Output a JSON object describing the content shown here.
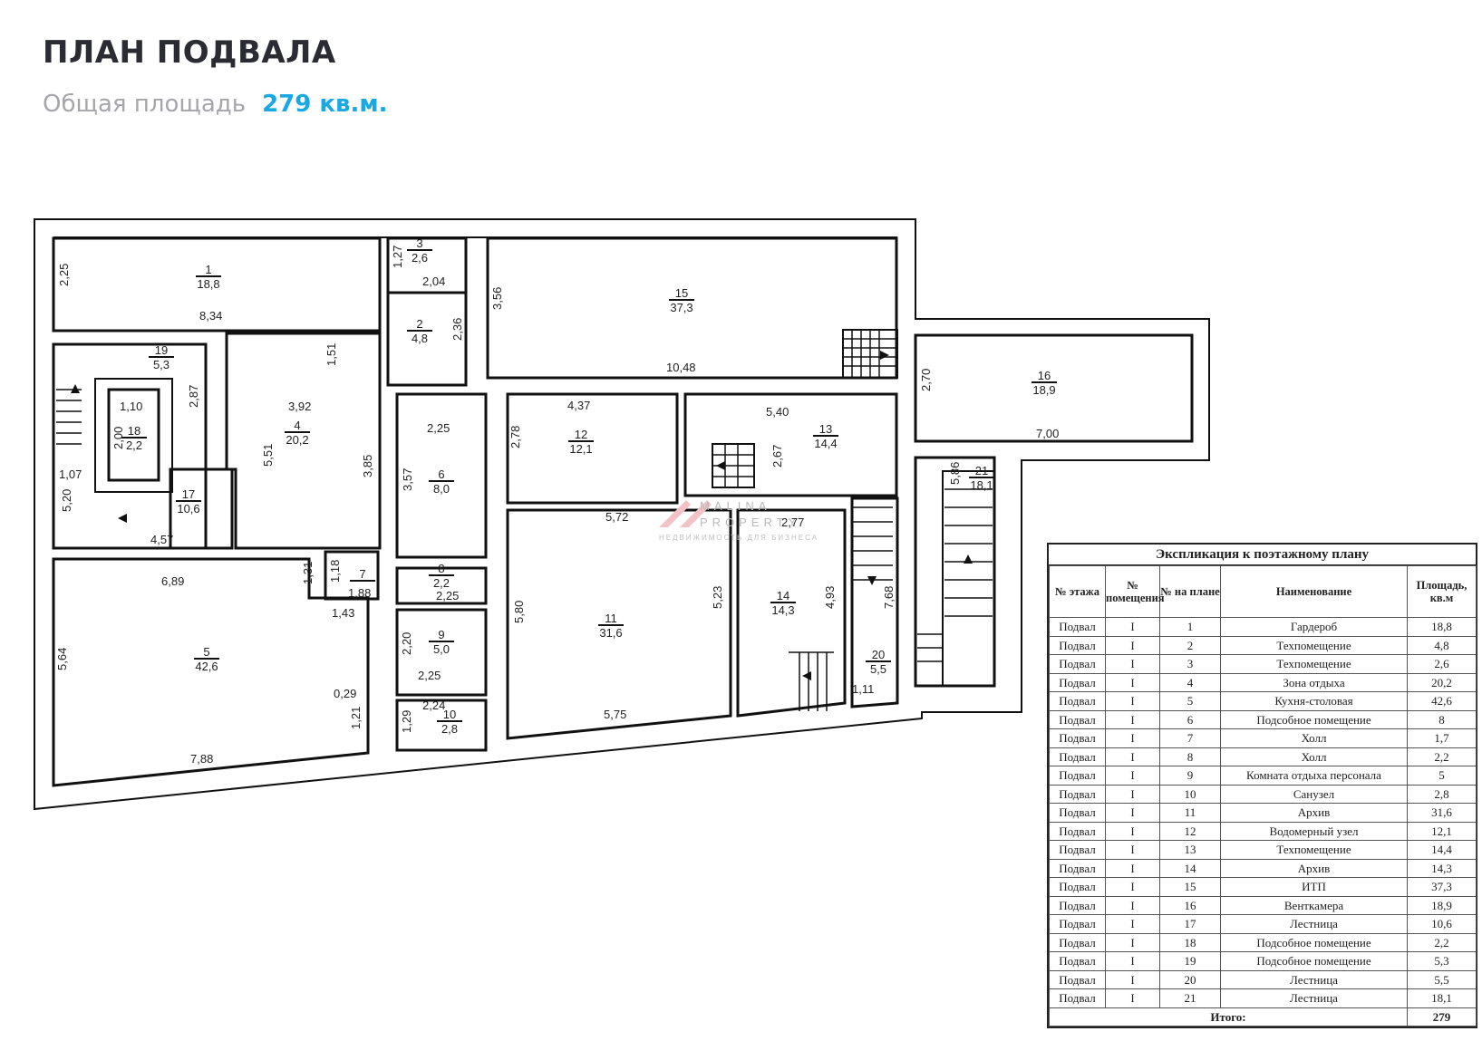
{
  "header": {
    "title": "ПЛАН ПОДВАЛА",
    "area_label": "Общая площадь",
    "area_value": "279 кв.м."
  },
  "plan": {
    "rooms": [
      {
        "num": "1",
        "area": "18,8"
      },
      {
        "num": "2",
        "area": "4,8"
      },
      {
        "num": "3",
        "area": "2,6"
      },
      {
        "num": "4",
        "area": "20,2"
      },
      {
        "num": "5",
        "area": "42,6"
      },
      {
        "num": "6",
        "area": "8,0"
      },
      {
        "num": "7",
        "area": ""
      },
      {
        "num": "8",
        "area": "2,2"
      },
      {
        "num": "9",
        "area": "5,0"
      },
      {
        "num": "10",
        "area": "2,8"
      },
      {
        "num": "11",
        "area": "31,6"
      },
      {
        "num": "12",
        "area": "12,1"
      },
      {
        "num": "13",
        "area": "14,4"
      },
      {
        "num": "14",
        "area": "14,3"
      },
      {
        "num": "15",
        "area": "37,3"
      },
      {
        "num": "16",
        "area": "18,9"
      },
      {
        "num": "17",
        "area": "10,6"
      },
      {
        "num": "18",
        "area": "2,2"
      },
      {
        "num": "19",
        "area": "5,3"
      },
      {
        "num": "20",
        "area": "5,5"
      },
      {
        "num": "21",
        "area": "18,1"
      }
    ],
    "dimensions": [
      "2,25",
      "8,34",
      "1,27",
      "2,04",
      "2,36",
      "3,56",
      "10,48",
      "1,51",
      "3,92",
      "5,51",
      "3,85",
      "2,87",
      "1,10",
      "2,00",
      "1,07",
      "5,20",
      "4,57",
      "2,25",
      "3,57",
      "4,37",
      "2,78",
      "5,40",
      "2,67",
      "2,70",
      "7,00",
      "5,86",
      "5,72",
      "2,77",
      "6,89",
      "1,31",
      "1,18",
      "1,88",
      "1,43",
      "5,64",
      "0,29",
      "1,21",
      "7,88",
      "2,25",
      "2,20",
      "2,25",
      "2,24",
      "1,29",
      "5,80",
      "5,23",
      "5,75",
      "4,93",
      "7,68",
      "1,11"
    ],
    "watermark": {
      "line1": "MALINA",
      "line2": "PROPERTY",
      "line3": "НЕДВИЖИМОСТЬ ДЛЯ БИЗНЕСА"
    }
  },
  "explication": {
    "caption": "Экспликация к поэтажному плану",
    "columns": [
      "№ этажа",
      "№ помещения",
      "№ на плане",
      "Наименование",
      "Площадь, кв.м"
    ],
    "rows": [
      [
        "Подвал",
        "I",
        "1",
        "Гардероб",
        "18,8"
      ],
      [
        "Подвал",
        "I",
        "2",
        "Техпомещение",
        "4,8"
      ],
      [
        "Подвал",
        "I",
        "3",
        "Техпомещение",
        "2,6"
      ],
      [
        "Подвал",
        "I",
        "4",
        "Зона отдыха",
        "20,2"
      ],
      [
        "Подвал",
        "I",
        "5",
        "Кухня-столовая",
        "42,6"
      ],
      [
        "Подвал",
        "I",
        "6",
        "Подсобное помещение",
        "8"
      ],
      [
        "Подвал",
        "I",
        "7",
        "Холл",
        "1,7"
      ],
      [
        "Подвал",
        "I",
        "8",
        "Холл",
        "2,2"
      ],
      [
        "Подвал",
        "I",
        "9",
        "Комната отдыха персонала",
        "5"
      ],
      [
        "Подвал",
        "I",
        "10",
        "Санузел",
        "2,8"
      ],
      [
        "Подвал",
        "I",
        "11",
        "Архив",
        "31,6"
      ],
      [
        "Подвал",
        "I",
        "12",
        "Водомерный узел",
        "12,1"
      ],
      [
        "Подвал",
        "I",
        "13",
        "Техпомещение",
        "14,4"
      ],
      [
        "Подвал",
        "I",
        "14",
        "Архив",
        "14,3"
      ],
      [
        "Подвал",
        "I",
        "15",
        "ИТП",
        "37,3"
      ],
      [
        "Подвал",
        "I",
        "16",
        "Венткамера",
        "18,9"
      ],
      [
        "Подвал",
        "I",
        "17",
        "Лестница",
        "10,6"
      ],
      [
        "Подвал",
        "I",
        "18",
        "Подсобное помещение",
        "2,2"
      ],
      [
        "Подвал",
        "I",
        "19",
        "Подсобное помещение",
        "5,3"
      ],
      [
        "Подвал",
        "I",
        "20",
        "Лестница",
        "5,5"
      ],
      [
        "Подвал",
        "I",
        "21",
        "Лестница",
        "18,1"
      ]
    ],
    "total_label": "Итого:",
    "total_value": "279"
  }
}
